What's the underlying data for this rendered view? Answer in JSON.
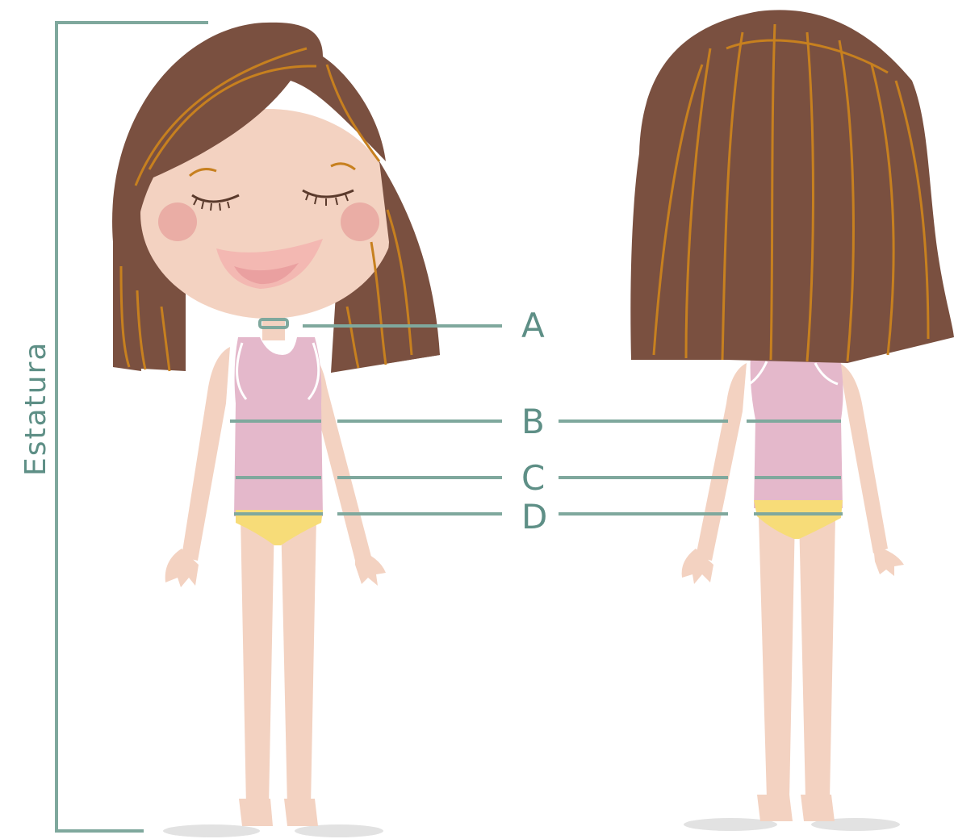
{
  "height_label": "Estatura",
  "measurements": [
    {
      "id": "A",
      "label": "A"
    },
    {
      "id": "B",
      "label": "B"
    },
    {
      "id": "C",
      "label": "C"
    },
    {
      "id": "D",
      "label": "D"
    }
  ],
  "colors": {
    "measure_line": "#7fa89d",
    "label_text": "#5e8f86",
    "hair": "#7a5040",
    "hair_strands": "#c7801f",
    "skin": "#f3d2c1",
    "shirt": "#e4b8cb",
    "underwear": "#f7dc78",
    "cheeks": "#e8a7a0"
  }
}
